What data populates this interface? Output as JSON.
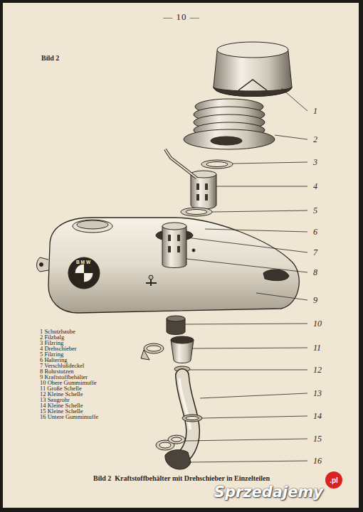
{
  "diagram": {
    "caption": "Bild 2  Kraftstoffbehälter mit Drehschieber in Einzelteilen",
    "labels": [
      "— 10 —",
      "Bild 2",
      "1",
      "2",
      "3",
      "4",
      "5",
      "6",
      "7",
      "8",
      "9",
      "10",
      "11",
      "12",
      "13",
      "14",
      "15",
      "16",
      "1 Schutzhaube",
      "2 Filzbalg",
      "3 Filzring",
      "4 Drehschieber",
      "5 Filzring",
      "6 Haltering",
      "7 Verschlußdeckel",
      "8 Rohrstutzen",
      "9 Kraftstoffbehälter",
      "10 Obere Gummimuffe",
      "11 Große Schelle",
      "12 Kleine Schelle",
      "13 Saugrohr",
      "14 Kleine Schelle",
      "15 Kleine Schelle",
      "16 Untere Gummimuffe",
      "BMW",
      "Sprzedajemy",
      ".pl"
    ]
  }
}
